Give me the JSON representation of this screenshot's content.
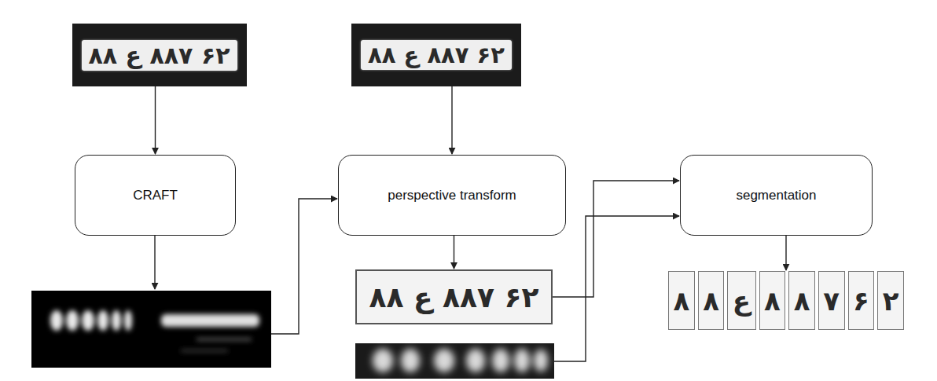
{
  "diagram": {
    "nodes": [
      {
        "text": [
          "۸۸ ع ۸۸۷ ۶۲"
        ]
      },
      {
        "text": [
          "CRAFT"
        ]
      },
      {
        "text": [
          "۸۸ ع ۸۸۷ ۶۲"
        ]
      },
      {
        "text": [
          "perspective transform"
        ]
      },
      {
        "text": [
          "۸۸ ع ۸۸۷ ۶۲"
        ]
      },
      {
        "text": [
          "segmentation"
        ]
      },
      {
        "text": [
          "۸",
          "۸",
          "ع",
          "۸",
          "۸",
          "۷",
          "۶",
          "۲"
        ]
      }
    ],
    "edges": [
      {
        "from": 0,
        "to": 1,
        "arrow": "to"
      },
      {
        "from": 2,
        "to": 3,
        "arrow": "to"
      },
      {
        "from": 3,
        "to": 4,
        "arrow": "to"
      },
      {
        "from": 4,
        "to": 5,
        "arrow": "to"
      },
      {
        "from": 5,
        "to": 6,
        "arrow": "to"
      }
    ]
  }
}
